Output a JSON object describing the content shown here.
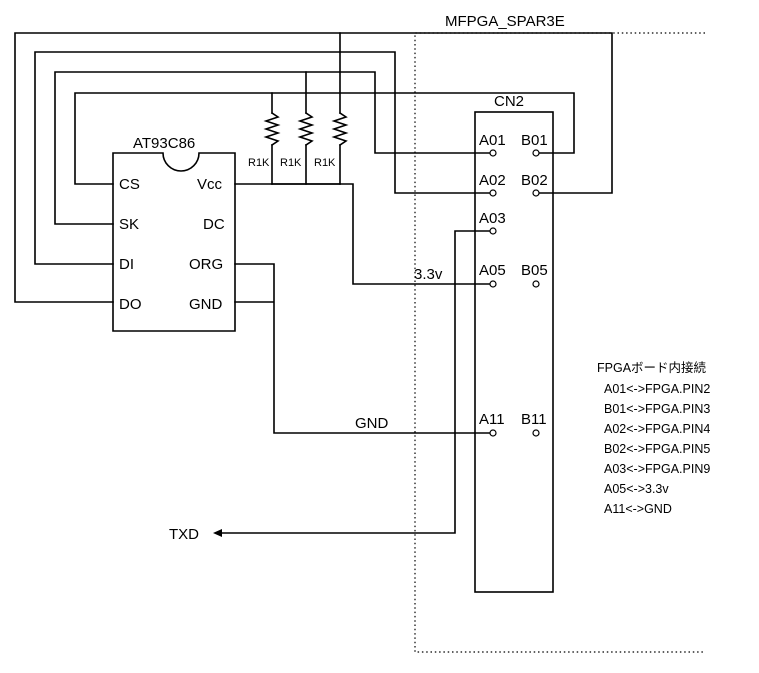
{
  "board": {
    "title": "MFPGA_SPAR3E"
  },
  "eeprom": {
    "name": "AT93C86",
    "pins": {
      "cs": "CS",
      "sk": "SK",
      "di": "DI",
      "do": "DO",
      "vcc": "Vcc",
      "dc": "DC",
      "org": "ORG",
      "gnd": "GND"
    }
  },
  "resistors": [
    "R1K",
    "R1K",
    "R1K"
  ],
  "connector": {
    "name": "CN2",
    "pins": {
      "a01": "A01",
      "b01": "B01",
      "a02": "A02",
      "b02": "B02",
      "a03": "A03",
      "a05": "A05",
      "b05": "B05",
      "a11": "A11",
      "b11": "B11"
    }
  },
  "nets": {
    "v33": "3.3v",
    "gnd": "GND",
    "txd": "TXD"
  },
  "notes": {
    "title": "FPGAボード内接続",
    "lines": [
      "A01<->FPGA.PIN2",
      "B01<->FPGA.PIN3",
      "A02<->FPGA.PIN4",
      "B02<->FPGA.PIN5",
      "A03<->FPGA.PIN9",
      "A05<->3.3v",
      "A11<->GND"
    ]
  }
}
